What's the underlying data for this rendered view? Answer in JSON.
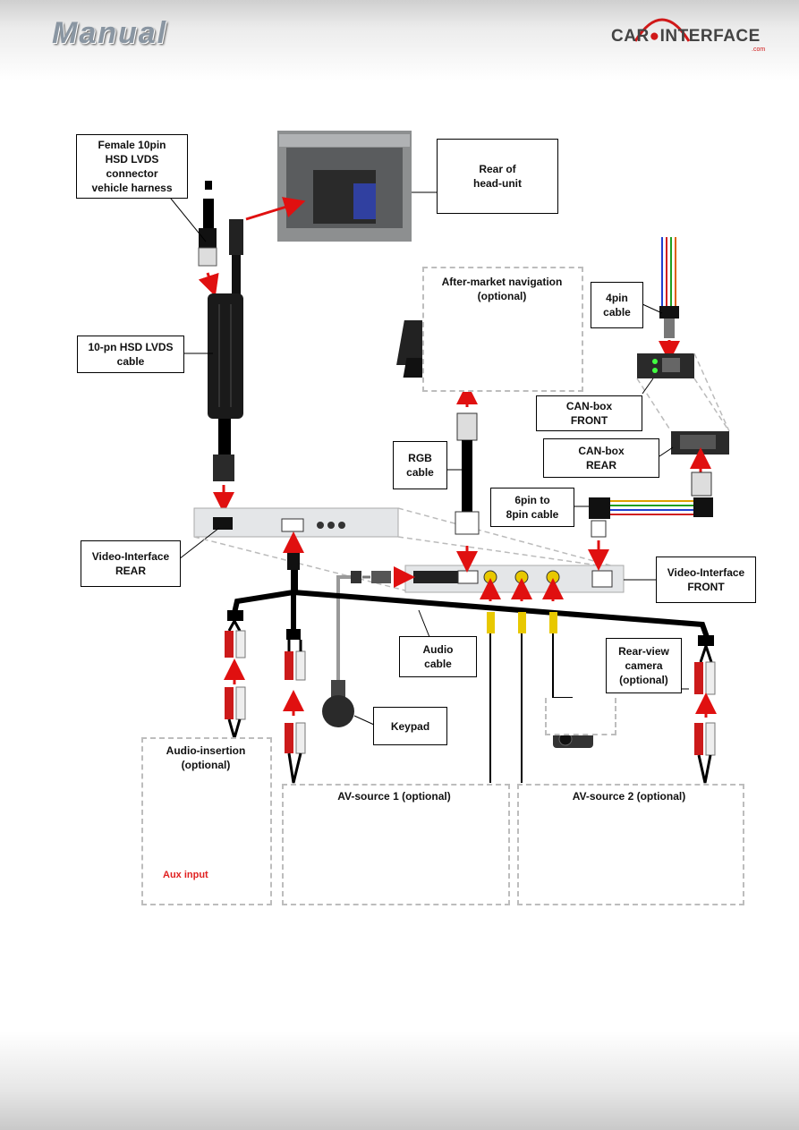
{
  "header": {
    "title": "Manual",
    "logo_text_left": "CAR",
    "logo_text_right": "INTERFACE",
    "logo_sub": ".com"
  },
  "labels": {
    "female_connector": "Female 10pin\nHSD LVDS\nconnector\nvehicle harness",
    "rear_head_unit": "Rear of\nhead-unit",
    "lvds_cable": "10-pn HSD LVDS\ncable",
    "aftermarket_nav": "After-market navigation\n(optional)",
    "four_pin_cable": "4pin\ncable",
    "canbox_front": "CAN-box\nFRONT",
    "canbox_rear": "CAN-box\nREAR",
    "rgb_cable": "RGB\ncable",
    "six_to_eight": "6pin to\n8pin cable",
    "vi_rear": "Video-Interface\nREAR",
    "vi_front": "Video-Interface\nFRONT",
    "audio_cable": "Audio\ncable",
    "rear_camera": "Rear-view\ncamera\n(optional)",
    "keypad": "Keypad",
    "audio_insertion": "Audio-insertion\n(optional)",
    "aux_input": "Aux input",
    "av_source_1": "AV-source 1 (optional)",
    "av_source_2": "AV-source 2 (optional)"
  },
  "colors": {
    "arrow": "#e01010",
    "cable": "#000000",
    "dashed_border": "#bdbdbd",
    "rca_red": "#cc1a1a",
    "rca_yellow": "#e8c800"
  }
}
